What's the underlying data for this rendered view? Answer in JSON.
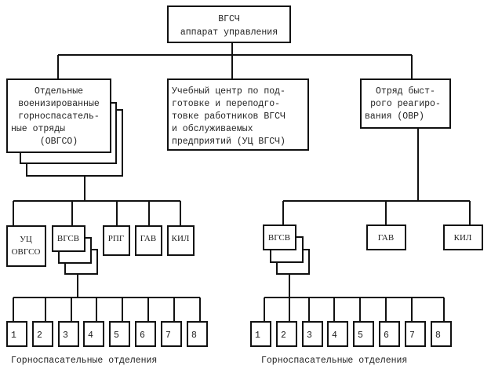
{
  "diagram": {
    "root": {
      "lines": [
        "ВГСЧ",
        "аппарат управления"
      ]
    },
    "level1": {
      "ovgso": {
        "lines": [
          "Отдельные",
          "военизированные",
          "горноспасатель-",
          "ные отряды",
          "(ОВГСО)"
        ]
      },
      "uc": {
        "lines": [
          "Учебный центр по под-",
          "готовке и переподго-",
          "товке работников ВГСЧ",
          "и обслуживаемых",
          "предприятий (УЦ ВГСЧ)"
        ]
      },
      "obr": {
        "lines": [
          "Отряд быст-",
          "рого реагиро-",
          "вания (ОВР)"
        ]
      }
    },
    "left_units": [
      {
        "id": "uc-ovgso",
        "lines": [
          "УЦ",
          "ОВГСО"
        ]
      },
      {
        "id": "vgsv",
        "lines": [
          "ВГСВ"
        ]
      },
      {
        "id": "rpg",
        "lines": [
          "РПГ"
        ]
      },
      {
        "id": "gav",
        "lines": [
          "ГАВ"
        ]
      },
      {
        "id": "kil",
        "lines": [
          "КИЛ"
        ]
      }
    ],
    "right_units": [
      {
        "id": "vgsv",
        "lines": [
          "ВГСВ"
        ]
      },
      {
        "id": "gav",
        "lines": [
          "ГАВ"
        ]
      },
      {
        "id": "kil",
        "lines": [
          "КИЛ"
        ]
      }
    ],
    "left_sections": [
      "1",
      "2",
      "3",
      "4",
      "5",
      "6",
      "7",
      "8"
    ],
    "right_sections": [
      "1",
      "2",
      "3",
      "4",
      "5",
      "6",
      "7",
      "8"
    ],
    "left_caption": "Горноспасательные отделения",
    "right_caption": "Горноспасательные отделения"
  }
}
